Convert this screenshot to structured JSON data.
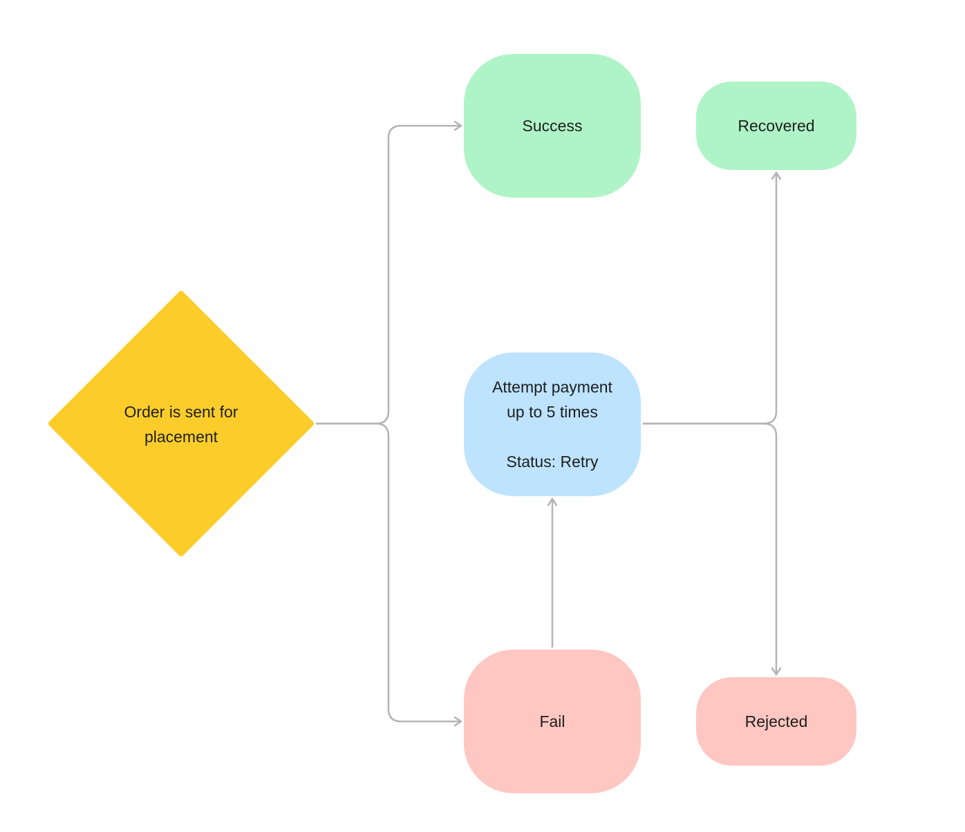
{
  "colors": {
    "decision_fill": "#fccd2a",
    "success_fill": "#aff4c6",
    "process_fill": "#bde3ff",
    "fail_fill": "#ffc7c2",
    "connector": "#b3b3b3",
    "text": "#1e1e1e"
  },
  "nodes": {
    "decision": {
      "label": "Order is sent for\nplacement",
      "shape": "diamond"
    },
    "success": {
      "label": "Success",
      "shape": "rounded-rect"
    },
    "recovered": {
      "label": "Recovered",
      "shape": "rounded-rect"
    },
    "retry": {
      "label": "Attempt payment\nup to 5 times\n\nStatus: Retry",
      "shape": "rounded-rect"
    },
    "fail": {
      "label": "Fail",
      "shape": "rounded-rect"
    },
    "rejected": {
      "label": "Rejected",
      "shape": "rounded-rect"
    }
  },
  "edges": [
    {
      "from": "decision",
      "to": "success"
    },
    {
      "from": "decision",
      "to": "fail"
    },
    {
      "from": "fail",
      "to": "retry"
    },
    {
      "from": "retry",
      "to": "recovered"
    },
    {
      "from": "retry",
      "to": "rejected"
    }
  ]
}
